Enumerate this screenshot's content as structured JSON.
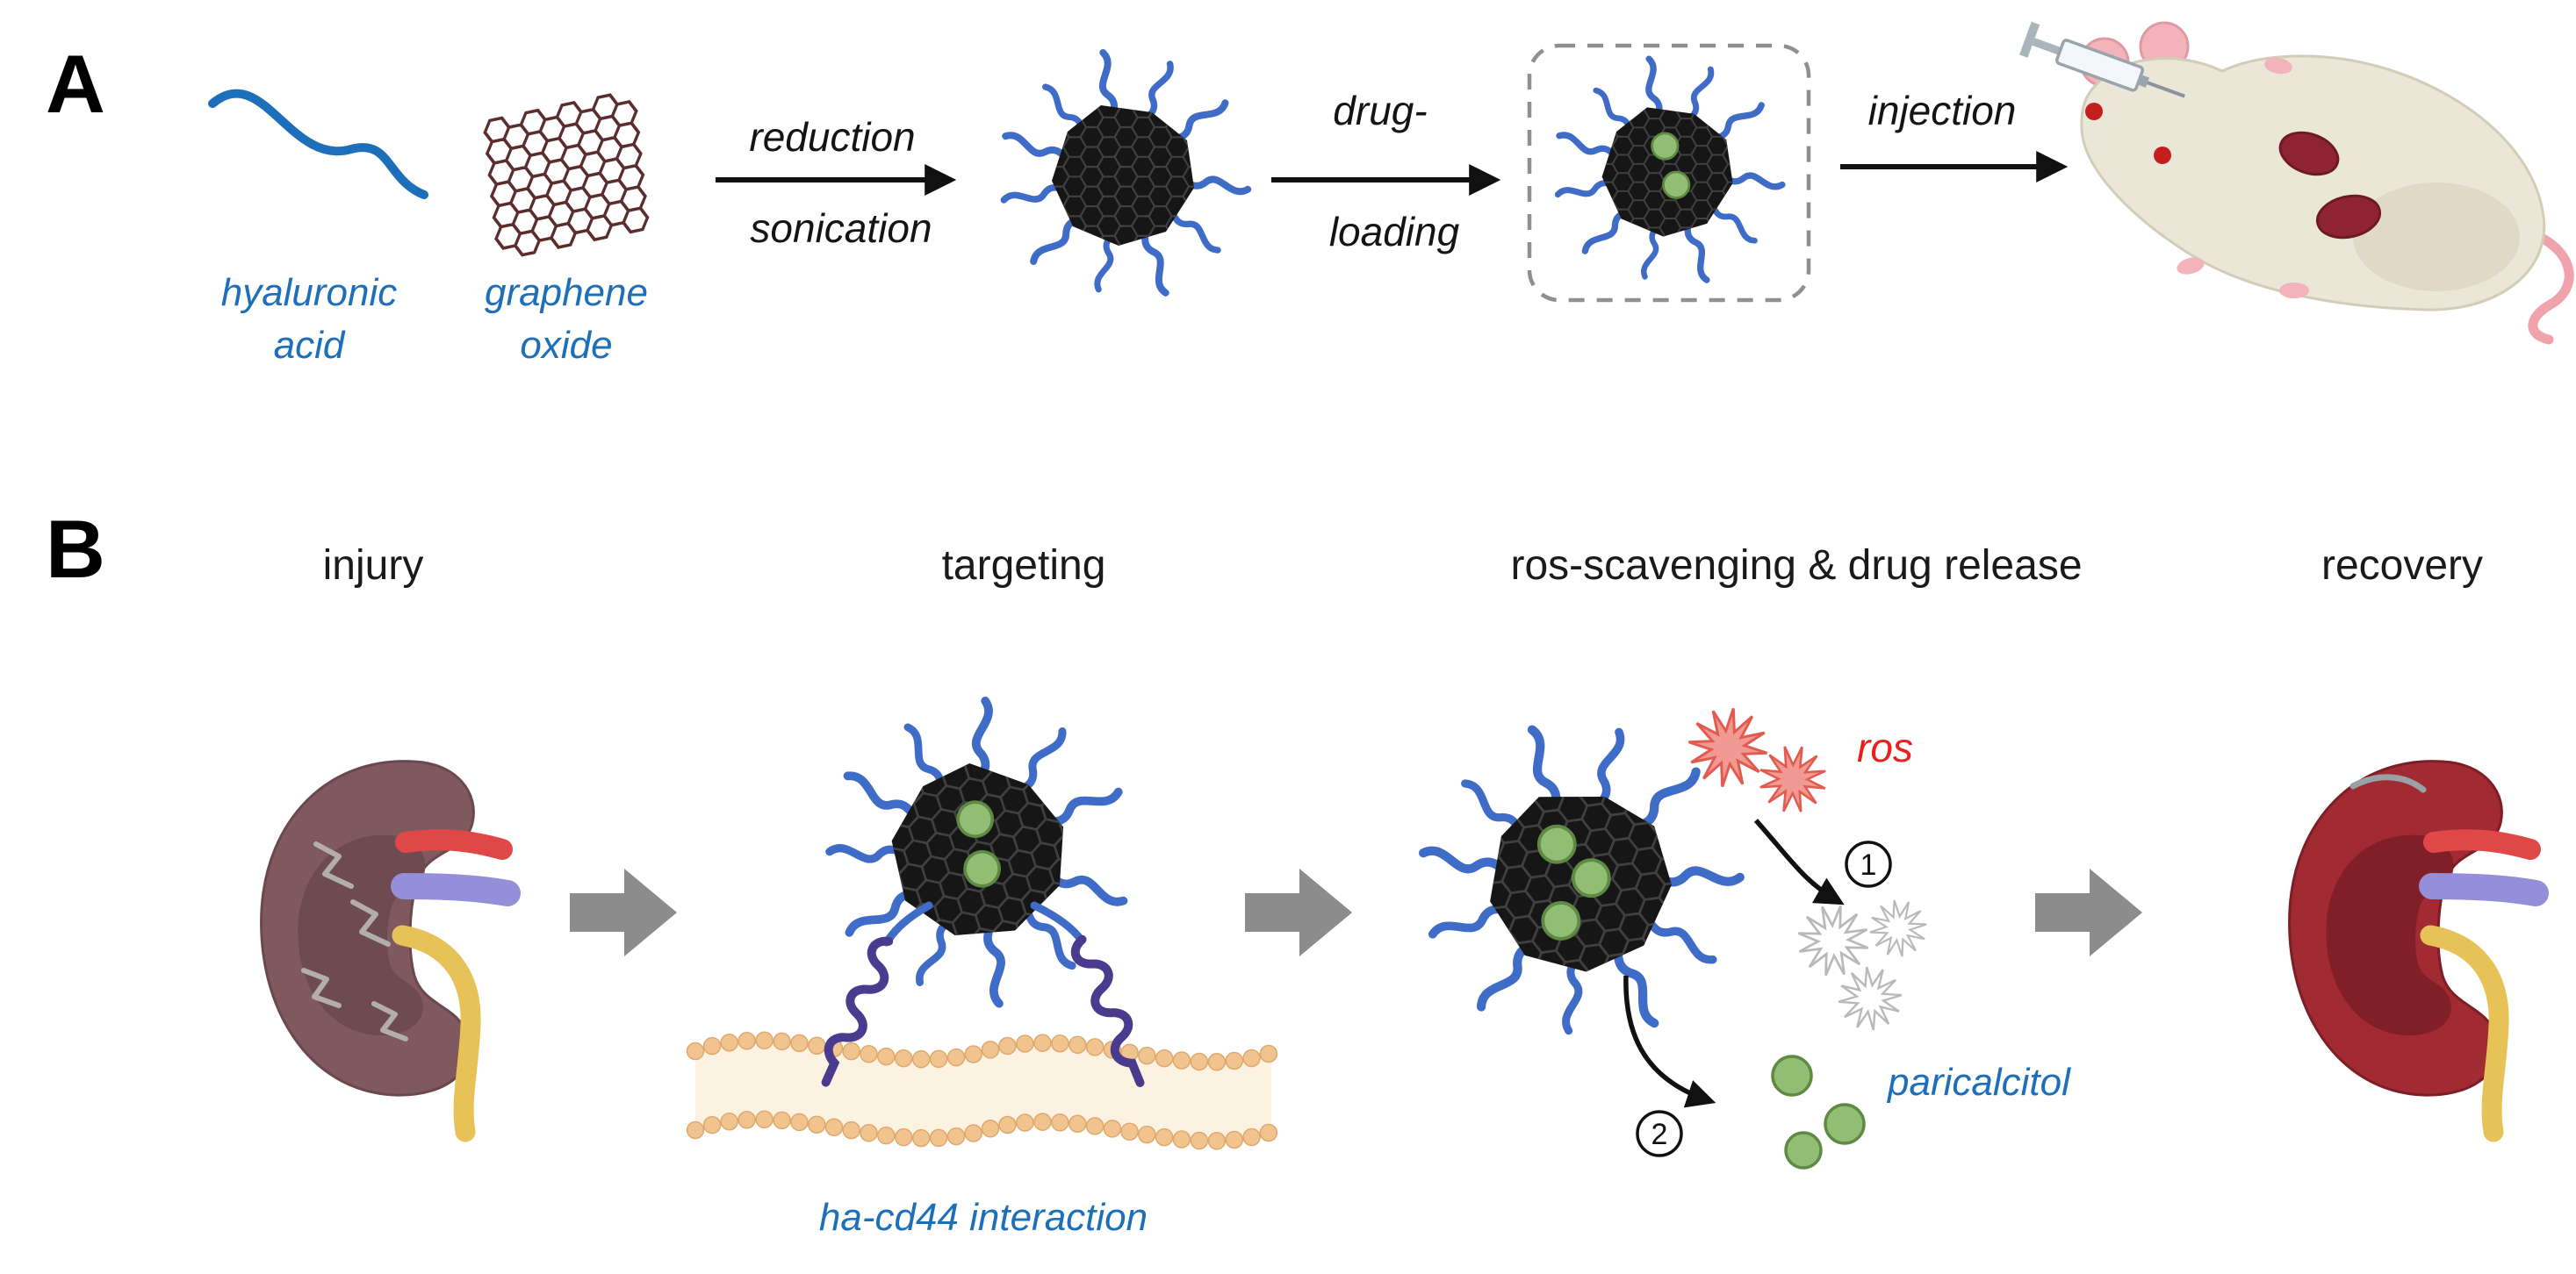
{
  "figure": {
    "panel_a": {
      "label": "A",
      "hyaluronic_line1": "hyaluronic",
      "hyaluronic_line2": "acid",
      "graphene_line1": "graphene",
      "graphene_line2": "oxide",
      "step1_line1": "reduction",
      "step1_line2": "sonication",
      "step2_line1": "drug-",
      "step2_line2": "loading",
      "step3_label": "injection"
    },
    "panel_b": {
      "label": "B",
      "stage1": "injury",
      "stage2": "targeting",
      "stage3": "ros-scavenging & drug release",
      "stage4": "recovery",
      "ros_label": "ros",
      "marker1": "1",
      "marker2": "2",
      "paricalcitol_label": "paricalcitol",
      "interaction_label": "ha-cd44 interaction"
    },
    "colors": {
      "blue_label": "#1c6fb8",
      "red_label": "#e8201e",
      "tendril_blue": "#3f6cc7",
      "drug_green": "#92bd74",
      "graphene_maroon": "#5c2d2d",
      "block_arrow_gray": "#8c8c8c",
      "receptor_purple": "#4a3b8e",
      "injured_kidney": "#80595f",
      "healthy_kidney": "#a12a33"
    }
  }
}
